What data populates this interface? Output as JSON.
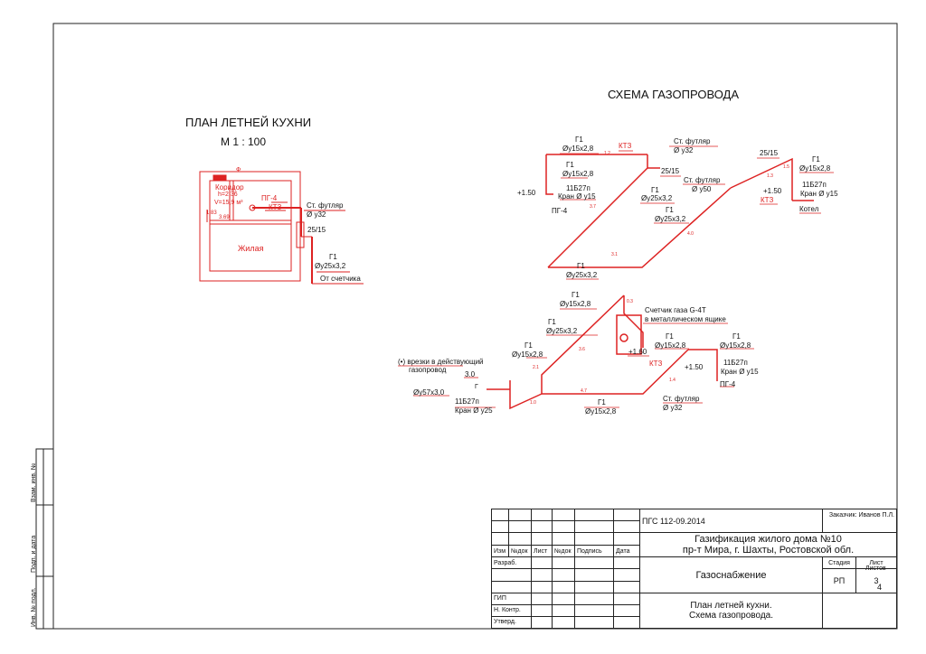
{
  "plan": {
    "title": "ПЛАН ЛЕТНЕЙ КУХНИ",
    "scale": "М 1 : 100",
    "corridor": "Коридор",
    "room_h": "h=2,36",
    "room_v": "V=15,9 м³",
    "pg": "ПГ-4",
    "kt": "КТЗ",
    "sleeve": "Ст. футляр",
    "sleeve_d": "Ø у32",
    "living": "Жилая",
    "dim_a": "3.69",
    "dim_b": "1.83",
    "f_mark": "Ф",
    "pipe_mark": "25/15",
    "g1": "Г1",
    "pipe_d": "Øу25х3,2",
    "from_meter": "От счетчика"
  },
  "scheme": {
    "title": "СХЕМА ГАЗОПРОВОДА",
    "labels": {
      "g1": "Г1",
      "d15": "Øу15х2,8",
      "d25": "Øу25х3,2",
      "d57": "Øу57х3,0",
      "kt": "КТЗ",
      "sleeve": "Ст. футляр",
      "sleeve_d32": "Ø у32",
      "sleeve_d50": "Ø у50",
      "tap": "11Б27п",
      "tap_d15": "Кран Ø у15",
      "tap_d25": "Кран Ø у25",
      "pg": "ПГ-4",
      "boiler": "Котел",
      "elev": "+1.50",
      "elev_meter": "+1.60",
      "pm": "25/15",
      "meter": "Счетчик газа G-4T",
      "meter_box": "в металлическом ящике",
      "insert1": "(•) врезки в действующий",
      "insert2": "газопровод",
      "v30": "3.0",
      "g_short": "Г"
    },
    "lengths": [
      "1.2",
      "3.7",
      "3.1",
      "4.0",
      "1.3",
      "1.5",
      "3.6",
      "4.7",
      "0.3",
      "2.1",
      "1.0",
      "1.4"
    ]
  },
  "side": {
    "vzam": "Взам. инв. №",
    "podp": "Подп. и дата",
    "inv": "Инв. № подл."
  },
  "stamp": {
    "code": "ПГС 112-09.2014",
    "customer": "Заказчик: Иванов П.Л.",
    "project1": "Газификация жилого дома №10",
    "project2": "пр-т Мира, г. Шахты, Ростовской обл.",
    "cols": [
      "Изм",
      "№док",
      "Лист",
      "№док",
      "Подпись",
      "Дата"
    ],
    "section": "Газоснабжение",
    "stage_h": "Стадия",
    "sheet_h": "Лист",
    "sheets_h": "Листов",
    "stage": "РП",
    "sheet": "3",
    "sheets": "4",
    "razrab": "Разраб.",
    "gip": "ГИП",
    "nkontr": "Н. Контр.",
    "utverd": "Утверд.",
    "drawing1": "План летней кухни.",
    "drawing2": "Схема газопровода."
  }
}
